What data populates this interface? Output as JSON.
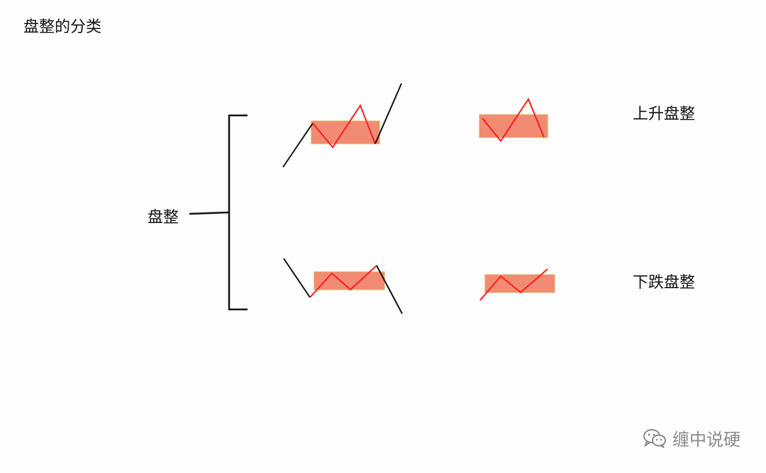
{
  "page": {
    "title": "盘整的分类"
  },
  "labels": {
    "root": "盘整",
    "rising": "上升盘整",
    "falling": "下跌盘整"
  },
  "watermark": {
    "text": "缠中说硬",
    "icon": "wechat-icon"
  },
  "colors": {
    "box_fill": "#f28b74",
    "box_stroke": "#d9a64a",
    "zigzag": "#ff1a1a",
    "trend": "#111111"
  }
}
